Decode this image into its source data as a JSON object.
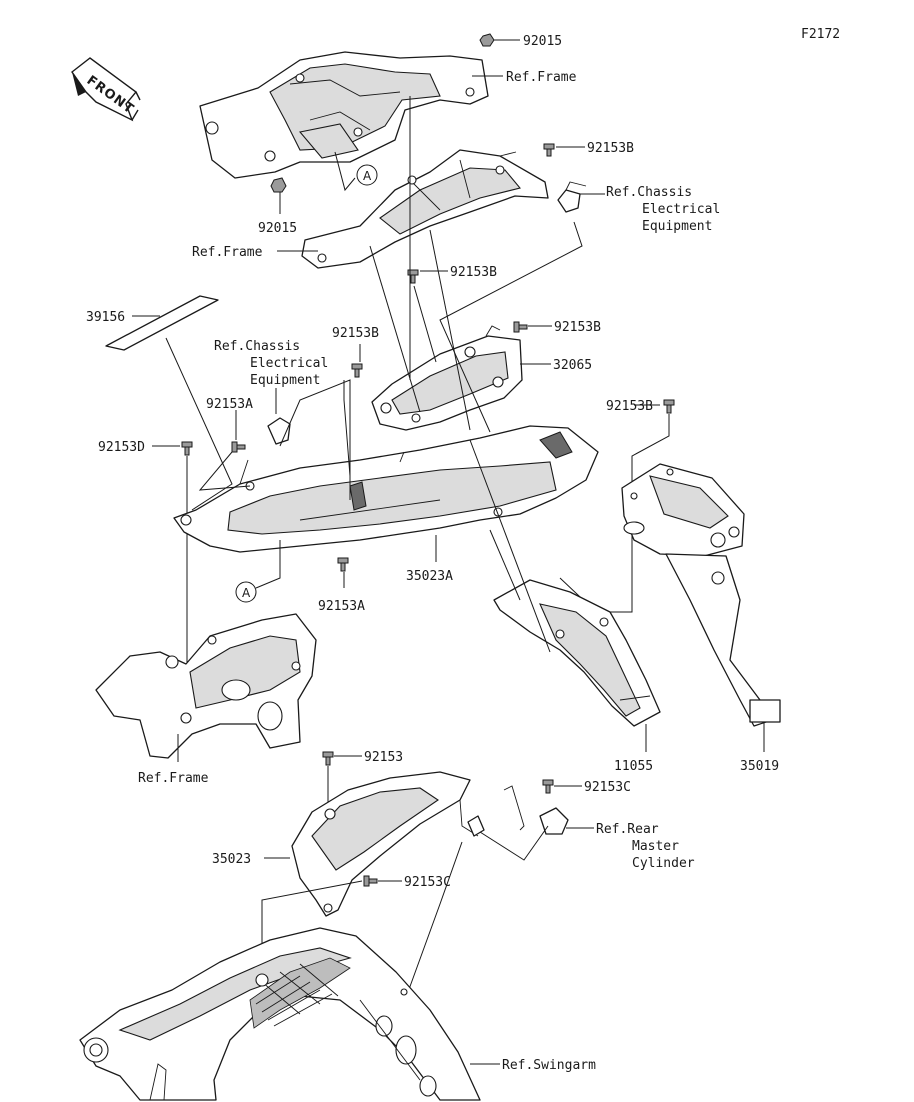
{
  "figure_code": "F2172",
  "front_marker": "FRONT",
  "ref_a": "A",
  "labels": {
    "p92015_top": "92015",
    "ref_frame_top": "Ref.Frame",
    "p92153b_top": "92153B",
    "ref_chassis_1": "Ref.Chassis",
    "ref_chassis_2": "Electrical",
    "ref_chassis_3": "Equipment",
    "p92015_mid": "92015",
    "ref_frame_mid": "Ref.Frame",
    "p92153b_mid": "92153B",
    "p39156": "39156",
    "p92153b_left": "92153B",
    "p92153b_right": "92153B",
    "ref_chassis_l1": "Ref.Chassis",
    "ref_chassis_l2": "Electrical",
    "ref_chassis_l3": "Equipment",
    "p32065": "32065",
    "p92153a_top": "92153A",
    "p92153d": "92153D",
    "p92153b_far": "92153B",
    "p35023a": "35023A",
    "p92153a_bot": "92153A",
    "p11055": "11055",
    "p35019": "35019",
    "ref_frame_bot": "Ref.Frame",
    "p92153": "92153",
    "p92153c_top": "92153C",
    "ref_rear_1": "Ref.Rear",
    "ref_rear_2": "Master",
    "ref_rear_3": "Cylinder",
    "p35023": "35023",
    "p92153c_mid": "92153C",
    "ref_swingarm": "Ref.Swingarm"
  }
}
